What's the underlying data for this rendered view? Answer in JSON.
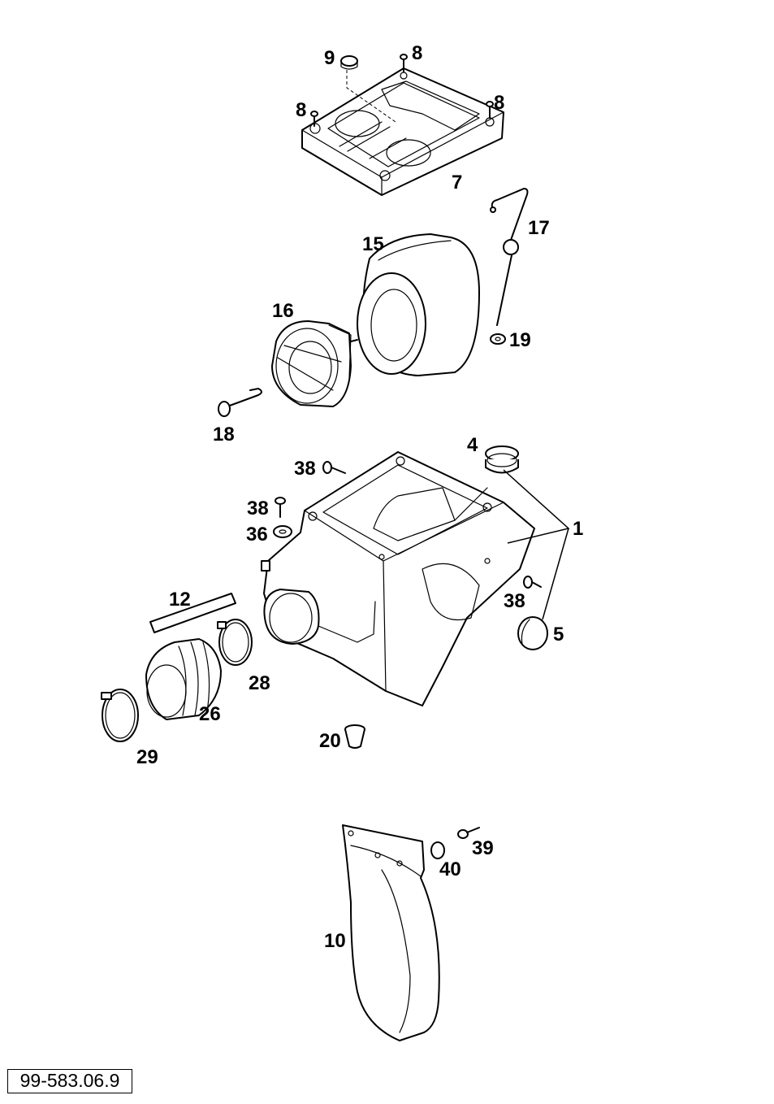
{
  "drawing_number": "99-583.06.9",
  "callouts": [
    {
      "id": "p9",
      "label": "9"
    },
    {
      "id": "p8a",
      "label": "8"
    },
    {
      "id": "p8b",
      "label": "8"
    },
    {
      "id": "p8c",
      "label": "8"
    },
    {
      "id": "p7",
      "label": "7"
    },
    {
      "id": "p17",
      "label": "17"
    },
    {
      "id": "p15",
      "label": "15"
    },
    {
      "id": "p16",
      "label": "16"
    },
    {
      "id": "p19",
      "label": "19"
    },
    {
      "id": "p18",
      "label": "18"
    },
    {
      "id": "p4",
      "label": "4"
    },
    {
      "id": "p38a",
      "label": "38"
    },
    {
      "id": "p1",
      "label": "1"
    },
    {
      "id": "p38b",
      "label": "38"
    },
    {
      "id": "p36",
      "label": "36"
    },
    {
      "id": "p12",
      "label": "12"
    },
    {
      "id": "p38c",
      "label": "38"
    },
    {
      "id": "p5",
      "label": "5"
    },
    {
      "id": "p28",
      "label": "28"
    },
    {
      "id": "p26",
      "label": "26"
    },
    {
      "id": "p20",
      "label": "20"
    },
    {
      "id": "p29",
      "label": "29"
    },
    {
      "id": "p39",
      "label": "39"
    },
    {
      "id": "p40",
      "label": "40"
    },
    {
      "id": "p10",
      "label": "10"
    }
  ]
}
